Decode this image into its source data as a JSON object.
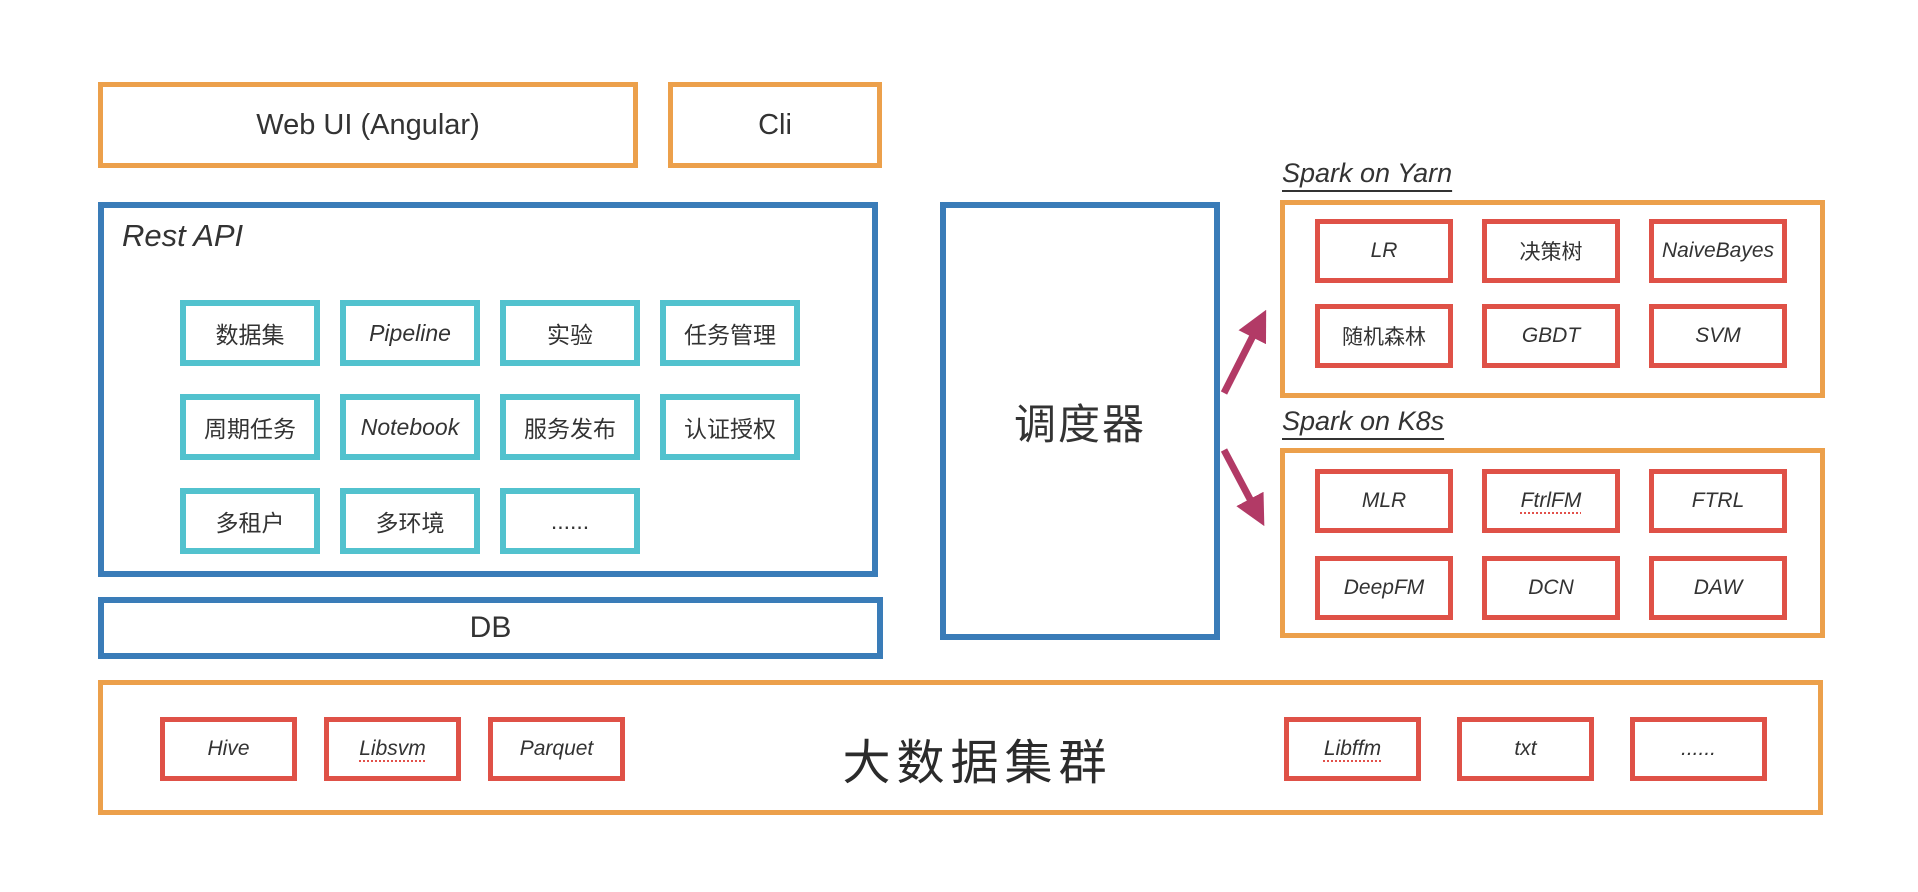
{
  "colors": {
    "orange_border": "#eca04b",
    "blue_border": "#3a7cb8",
    "cyan_border": "#52c2ce",
    "red_border": "#df5147",
    "arrow": "#b23a66",
    "text": "#333333"
  },
  "top": {
    "web_ui": "Web UI (Angular)",
    "cli": "Cli"
  },
  "rest_api": {
    "title": "Rest API",
    "items": [
      {
        "label": "数据集"
      },
      {
        "label": "Pipeline"
      },
      {
        "label": "实验"
      },
      {
        "label": "任务管理"
      },
      {
        "label": "周期任务"
      },
      {
        "label": "Notebook"
      },
      {
        "label": "服务发布"
      },
      {
        "label": "认证授权"
      },
      {
        "label": "多租户"
      },
      {
        "label": "多环境"
      },
      {
        "label": "......"
      }
    ]
  },
  "db": {
    "label": "DB"
  },
  "scheduler": {
    "label": "调度器"
  },
  "spark_yarn": {
    "title": "Spark on Yarn",
    "items": [
      {
        "label": "LR"
      },
      {
        "label": "决策树"
      },
      {
        "label": "NaiveBayes"
      },
      {
        "label": "随机森林"
      },
      {
        "label": "GBDT"
      },
      {
        "label": "SVM"
      }
    ]
  },
  "spark_k8s": {
    "title": "Spark on K8s",
    "items": [
      {
        "label": "MLR"
      },
      {
        "label": "FtrlFM"
      },
      {
        "label": "FTRL"
      },
      {
        "label": "DeepFM"
      },
      {
        "label": "DCN"
      },
      {
        "label": "DAW"
      }
    ]
  },
  "cluster": {
    "title": "大数据集群",
    "left_items": [
      {
        "label": "Hive"
      },
      {
        "label": "Libsvm"
      },
      {
        "label": "Parquet"
      }
    ],
    "right_items": [
      {
        "label": "Libffm"
      },
      {
        "label": "txt"
      },
      {
        "label": "......"
      }
    ]
  },
  "arrows": [
    {
      "from": "调度器",
      "to": "Spark on Yarn"
    },
    {
      "from": "调度器",
      "to": "Spark on K8s"
    }
  ]
}
